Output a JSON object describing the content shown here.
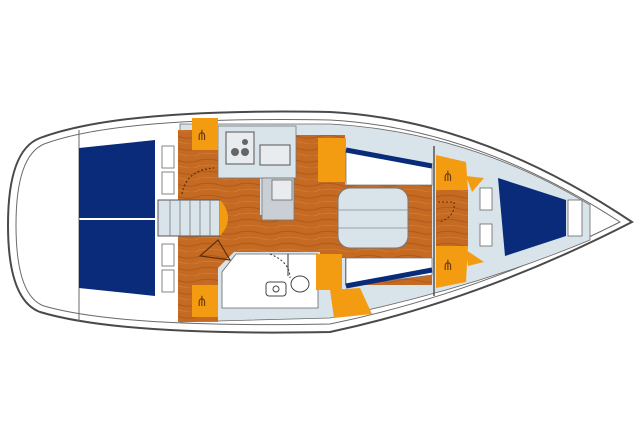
{
  "diagram": {
    "type": "yacht-layout",
    "orientation": "stern-left-bow-right",
    "colors": {
      "background": "#ffffff",
      "hull_outline": "#4a4a4a",
      "deck_gray": "#d9e3ea",
      "wood_floor": "#c46a22",
      "wood_dark": "#a85518",
      "upholstery_orange": "#f39c12",
      "berth_blue": "#0a2a7a",
      "fixtures_gray": "#c9cfd4",
      "white_areas": "#ffffff",
      "door_arc": "#5a2e0a"
    },
    "zones": [
      {
        "name": "aft-cabin-port-berth",
        "color": "berth_blue"
      },
      {
        "name": "aft-cabin-starboard-berth",
        "color": "berth_blue"
      },
      {
        "name": "companionway-steps",
        "color": "deck_gray"
      },
      {
        "name": "galley",
        "color": "fixtures_gray"
      },
      {
        "name": "saloon-floor",
        "color": "wood_floor"
      },
      {
        "name": "saloon-table",
        "color": "deck_gray"
      },
      {
        "name": "saloon-settees",
        "color": "white_areas"
      },
      {
        "name": "head-bathroom",
        "color": "white_areas"
      },
      {
        "name": "forward-cabin-berth",
        "color": "berth_blue"
      },
      {
        "name": "hanging-lockers",
        "color": "upholstery_orange"
      }
    ]
  }
}
